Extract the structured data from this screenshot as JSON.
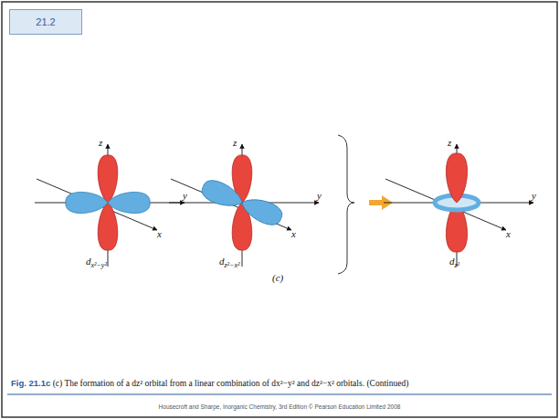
{
  "diagram": {
    "caption": "Fig. 21.1c (c) The formation of a dz² orbital from a linear combination of dx²−y² and dz²−x² orbitals. (Continued)",
    "nodes": [
      {
        "text": [
          "21.2"
        ]
      }
    ],
    "labels": [
      "z",
      "y",
      "x",
      "dx²−y²",
      "z",
      "y",
      "x",
      "dz²−x²",
      "z",
      "y",
      "x",
      "dz²",
      "(c)",
      "Housecroft and Sharpe, Inorganic Chemistry, 3rd Edition © Pearson Education Limited 2008"
    ]
  }
}
